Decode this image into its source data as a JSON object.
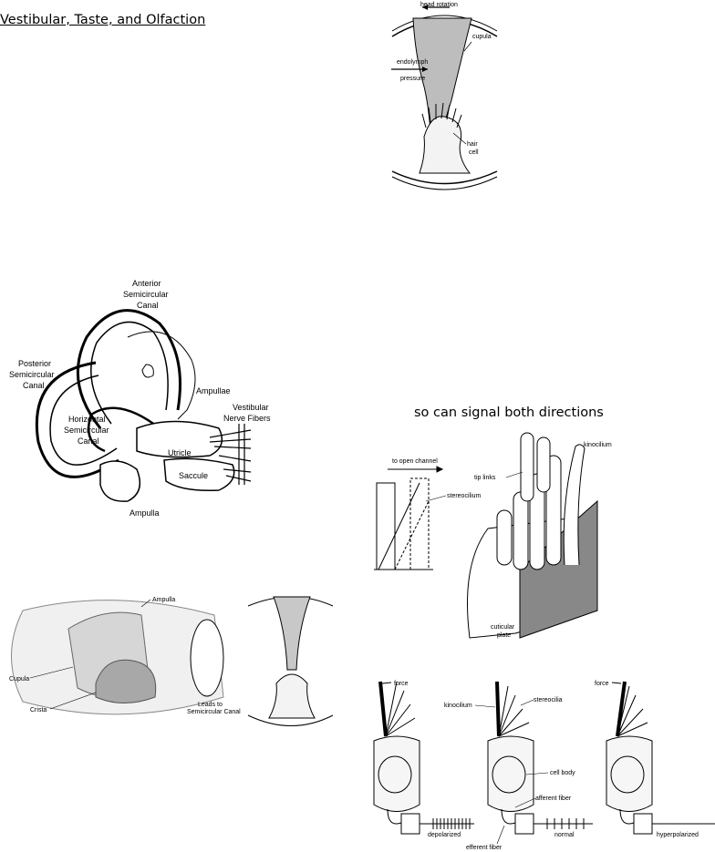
{
  "page": {
    "title": "Vestibular, Taste, and Olfaction",
    "caption": "so can signal both directions"
  },
  "cupula_figure": {
    "head_rotation": "head rotation",
    "cupula": "cupula",
    "endolymph": "endolymph",
    "pressure": "pressure",
    "hair": "hair",
    "cell": "cell"
  },
  "ear_figure": {
    "anterior": "Anterior",
    "anterior_semicircular": "Semicircular",
    "anterior_canal": "Canal",
    "posterior": "Posterior",
    "posterior_semicircular": "Semicircular",
    "posterior_canal": "Canal",
    "horizontal": "Horizontal",
    "horizontal_semicircular": "Semicircular",
    "horizontal_canal": "Canal",
    "ampullae": "Ampullae",
    "vestibular": "Vestibular",
    "nerve_fibers": "Nerve Fibers",
    "utricle": "Utricle",
    "saccule": "Saccule",
    "ampulla": "Ampulla"
  },
  "stereocilia_figure": {
    "to_open_channel": "to open channel",
    "stereocilium": "stereocilium",
    "tip_links": "tip links",
    "kinocilium": "kinocilium",
    "cuticular": "cuticular",
    "plate": "plate"
  },
  "ampulla_figure": {
    "ampulla": "Ampulla",
    "cupula": "Cupula",
    "crista": "Crista",
    "leads_to": "Leads to",
    "semicircular_canal": "Semicircular Canal"
  },
  "hair_cell_figure": {
    "force_left": "force",
    "force_right": "force",
    "kinocilium": "kinocilium",
    "stereocilia": "stereocilia",
    "cell_body": "cell body",
    "afferent_fiber": "afferent fiber",
    "efferent_fiber": "efferent fiber",
    "depolarized": "depolarized",
    "normal": "normal",
    "hyperpolarized": "hyperpolarized"
  }
}
